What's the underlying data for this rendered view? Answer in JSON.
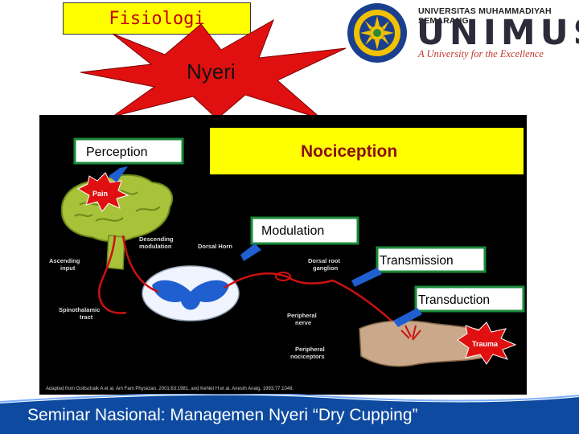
{
  "header": {
    "title": "Fisiologi",
    "burst_label": "Nyeri"
  },
  "logo": {
    "university_full": "UNIVERSITAS MUHAMMADIYAH SEMARANG",
    "acronym": "UNIMUS",
    "tagline": "A University for the Excellence",
    "seal_text": "UNIVERSITAS MUHAMMADIYAH SEMARANG"
  },
  "diagram": {
    "boxes": {
      "perception": "Perception",
      "nociception": "Nociception",
      "modulation": "Modulation",
      "transmission": "Transmission",
      "transduction": "Transduction"
    },
    "labels": {
      "pain": "Pain",
      "trauma": "Trauma",
      "descending_1": "Descending",
      "descending_2": "modulation",
      "dorsal_horn": "Dorsal Horn",
      "ascending_1": "Ascending",
      "ascending_2": "input",
      "dorsal_root_1": "Dorsal root",
      "dorsal_root_2": "ganglion",
      "spinothalamic_1": "Spinothalamic",
      "spinothalamic_2": "tract",
      "peripheral_nerve_1": "Peripheral",
      "peripheral_nerve_2": "nerve",
      "nociceptors_1": "Peripheral",
      "nociceptors_2": "nociceptors"
    },
    "citation": "Adapted from Gottschalk A et al. Am Fam Physician. 2001;63:1981, and Kehlet H et al. Anesth Analg. 1993;77:1048."
  },
  "footer": {
    "text": "Seminar Nasional: Managemen Nyeri “Dry Cupping”"
  },
  "colors": {
    "title_bg": "#ffff00",
    "title_text": "#c00000",
    "burst_fill": "#e01010",
    "nociception_bg": "#ffff00",
    "stage_box_bg": "#ffffff",
    "stage_box_text": "#000000",
    "footer_bg": "#0d4aa0",
    "pathway_red": "#cc1111",
    "arrow_blue": "#1f5fd0"
  }
}
